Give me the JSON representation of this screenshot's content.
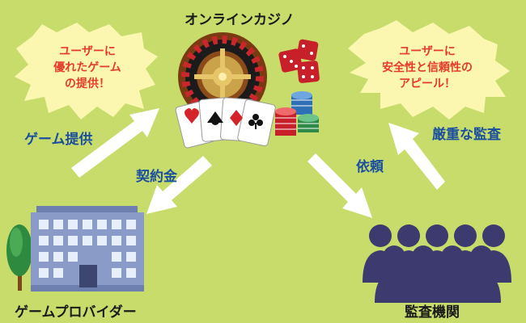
{
  "title": "オンラインカジノ",
  "bubbles": {
    "left": {
      "lines": [
        "ユーザーに",
        "優れたゲーム",
        "の提供！"
      ]
    },
    "right": {
      "lines": [
        "ユーザーに",
        "安全性と信頼性の",
        "アピール！"
      ]
    }
  },
  "arrows": {
    "game_provision": "ゲーム提供",
    "contract_fee": "契約金",
    "request": "依頼",
    "strict_audit": "厳重な監査"
  },
  "nodes": {
    "game_provider": "ゲームプロバイダー",
    "audit_agency": "監査機関"
  },
  "colors": {
    "background": "#c8dc6c",
    "bubble": "#fbf6b0",
    "bubble_text": "#e63a2a",
    "arrow_label": "#1a4f9e",
    "people": "#3c3a6e"
  }
}
